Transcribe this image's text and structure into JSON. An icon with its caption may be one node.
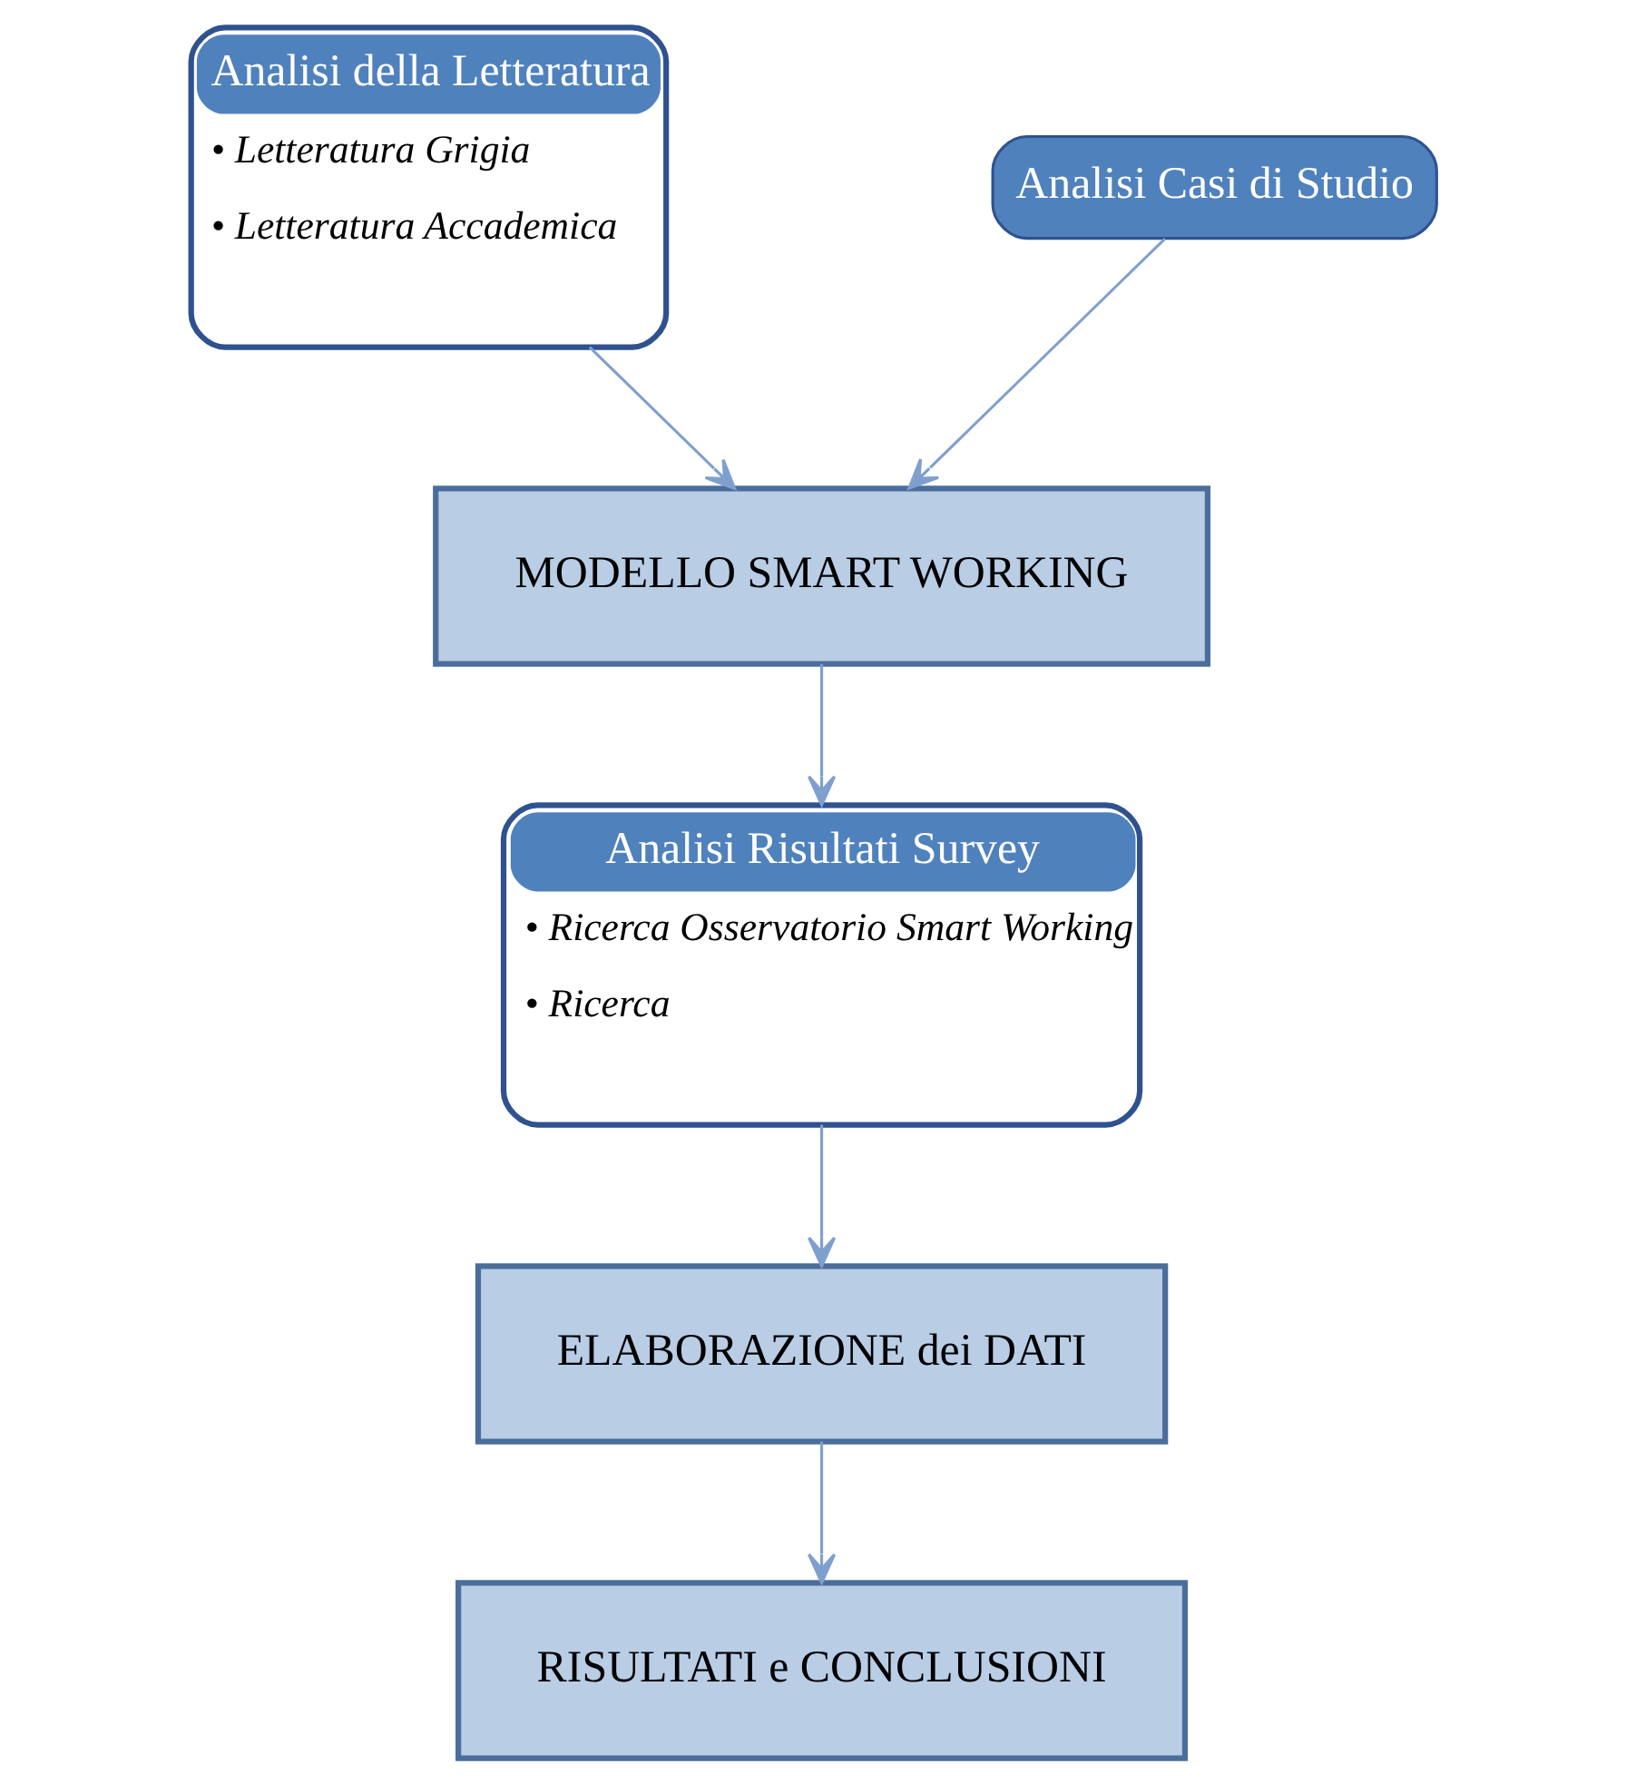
{
  "diagram": {
    "nodes": [
      {
        "text": [
          "Analisi della Letteratura",
          "• Letteratura Grigia",
          "• Letteratura Accademica"
        ]
      },
      {
        "text": [
          "Analisi Casi di Studio"
        ]
      },
      {
        "text": [
          "MODELLO SMART WORKING"
        ]
      },
      {
        "text": [
          "Analisi Risultati Survey",
          "• Ricerca Osservatorio Smart Working",
          "• Ricerca"
        ]
      },
      {
        "text": [
          "ELABORAZIONE dei DATI"
        ]
      },
      {
        "text": [
          "RISULTATI e CONCLUSIONI"
        ]
      }
    ],
    "edges": [
      {
        "from": 0,
        "to": 2,
        "arrow": "to"
      },
      {
        "from": 1,
        "to": 2,
        "arrow": "to"
      },
      {
        "from": 2,
        "to": 3,
        "arrow": "to"
      },
      {
        "from": 3,
        "to": 4,
        "arrow": "to"
      },
      {
        "from": 4,
        "to": 5,
        "arrow": "to"
      }
    ]
  }
}
